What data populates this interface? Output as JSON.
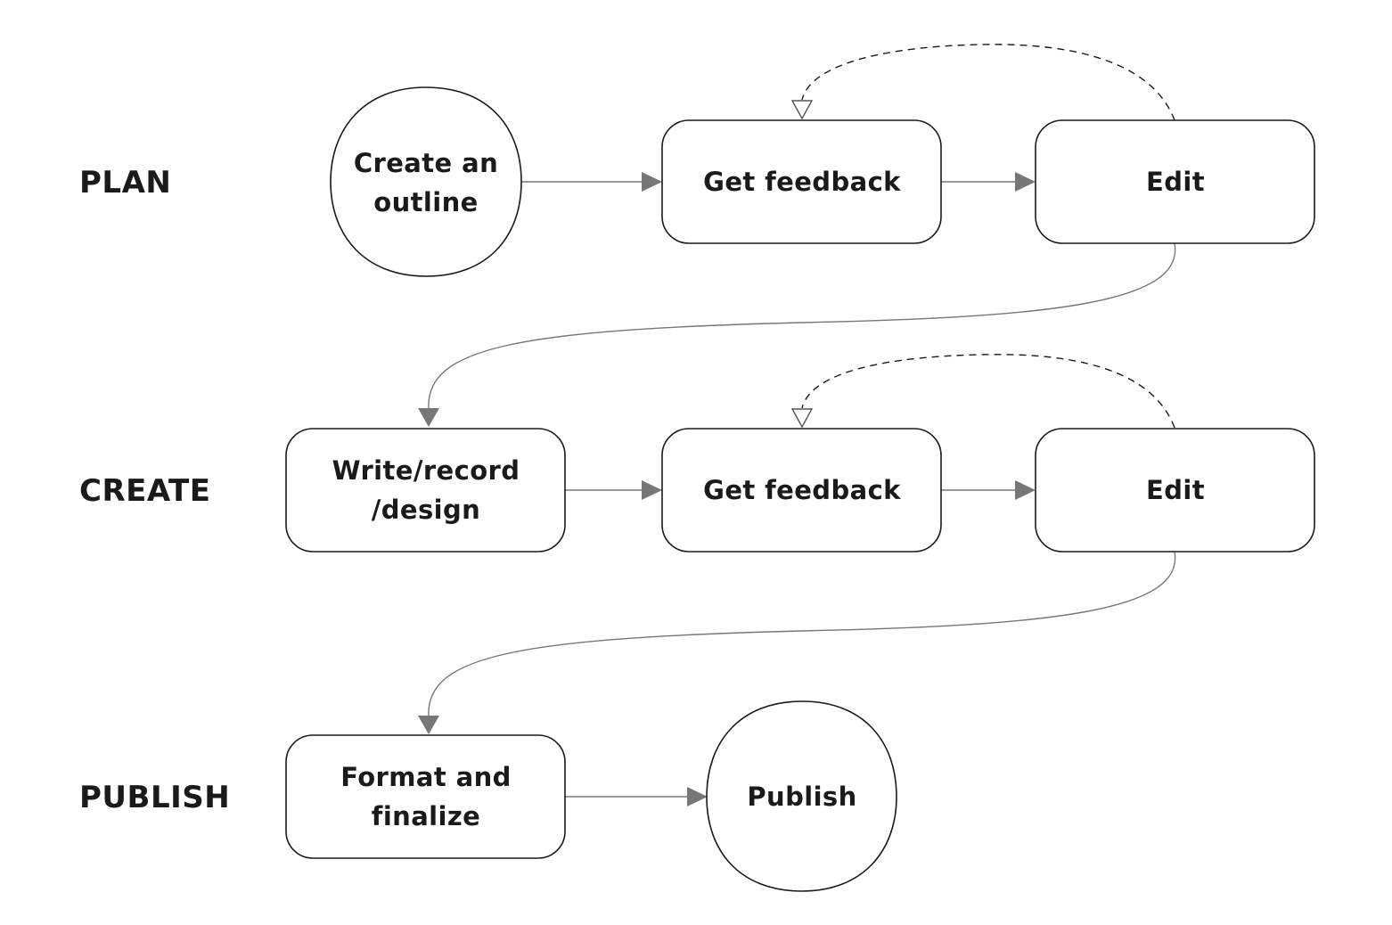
{
  "phases": [
    {
      "id": "plan",
      "label": "PLAN"
    },
    {
      "id": "create",
      "label": "CREATE"
    },
    {
      "id": "publish",
      "label": "PUBLISH"
    }
  ],
  "nodes": {
    "create_outline": {
      "lines": [
        "Create an",
        "outline"
      ],
      "shape": "circle"
    },
    "plan_feedback": {
      "lines": [
        "Get feedback"
      ],
      "shape": "rounded-rect"
    },
    "plan_edit": {
      "lines": [
        "Edit"
      ],
      "shape": "rounded-rect"
    },
    "write_record": {
      "lines": [
        "Write/record",
        "/design"
      ],
      "shape": "rounded-rect"
    },
    "create_feedback": {
      "lines": [
        "Get feedback"
      ],
      "shape": "rounded-rect"
    },
    "create_edit": {
      "lines": [
        "Edit"
      ],
      "shape": "rounded-rect"
    },
    "format_finalize": {
      "lines": [
        "Format and",
        "finalize"
      ],
      "shape": "rounded-rect"
    },
    "publish": {
      "lines": [
        "Publish"
      ],
      "shape": "circle"
    }
  },
  "edges": [
    {
      "from": "create_outline",
      "to": "plan_feedback",
      "style": "solid"
    },
    {
      "from": "plan_feedback",
      "to": "plan_edit",
      "style": "solid"
    },
    {
      "from": "plan_edit",
      "to": "plan_feedback",
      "style": "dashed"
    },
    {
      "from": "plan_edit",
      "to": "write_record",
      "style": "solid"
    },
    {
      "from": "write_record",
      "to": "create_feedback",
      "style": "solid"
    },
    {
      "from": "create_feedback",
      "to": "create_edit",
      "style": "solid"
    },
    {
      "from": "create_edit",
      "to": "create_feedback",
      "style": "dashed"
    },
    {
      "from": "create_edit",
      "to": "format_finalize",
      "style": "solid"
    },
    {
      "from": "format_finalize",
      "to": "publish",
      "style": "solid"
    }
  ]
}
